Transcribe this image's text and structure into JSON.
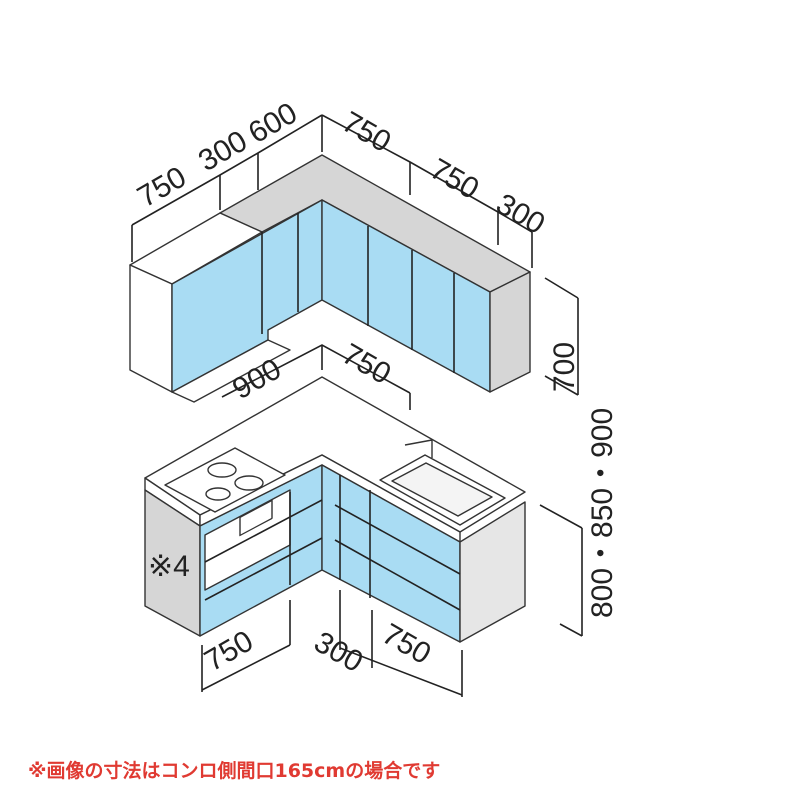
{
  "upper_dimensions": {
    "left_750": "750",
    "left_300": "300",
    "left_600": "600",
    "right_750a": "750",
    "right_750b": "750",
    "right_300": "300",
    "height": "700"
  },
  "lower_dimensions": {
    "top_900": "900",
    "top_750": "750",
    "bottom_left_750": "750",
    "bottom_300": "300",
    "bottom_right_750": "750",
    "height": "800・850・900",
    "side_note": "※4"
  },
  "colors": {
    "door": "#a9dcf3",
    "side": "#d9d9d9",
    "note": "#e03a32"
  },
  "footer_note": "※画像の寸法はコンロ側間口165cmの場合です"
}
